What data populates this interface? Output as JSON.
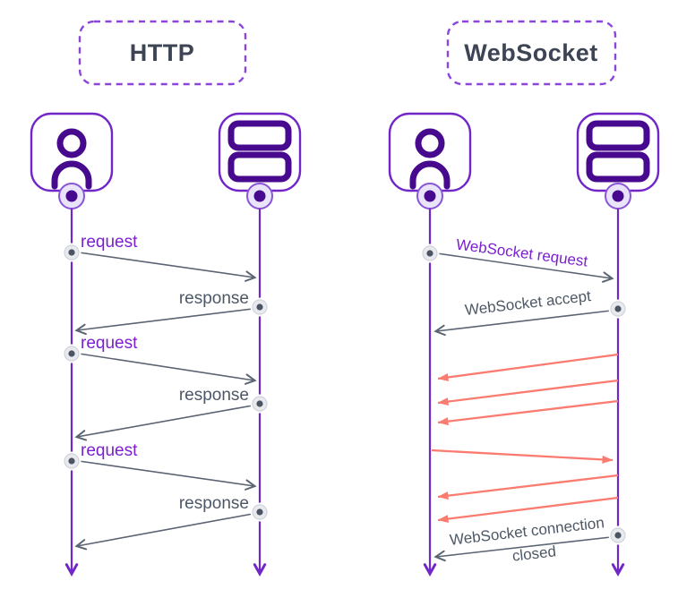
{
  "titles": {
    "http": "HTTP",
    "websocket": "WebSocket"
  },
  "http": {
    "exchanges": [
      {
        "label": "request",
        "direction": "client-to-server"
      },
      {
        "label": "response",
        "direction": "server-to-client"
      },
      {
        "label": "request",
        "direction": "client-to-server"
      },
      {
        "label": "response",
        "direction": "server-to-client"
      },
      {
        "label": "request",
        "direction": "client-to-server"
      },
      {
        "label": "response",
        "direction": "server-to-client"
      }
    ]
  },
  "websocket": {
    "request_label": "WebSocket request",
    "accept_label": "WebSocket accept",
    "close_label": [
      "WebSocket connection",
      "closed"
    ],
    "data_frames": {
      "server_to_client": 5,
      "client_to_server": 1
    }
  },
  "icons": {
    "client": "user-icon",
    "server": "server-stack-icon"
  },
  "colors": {
    "purple_line": "#7127c8",
    "purple_dark": "#470a8f",
    "dashed_border": "#8b46d9",
    "label_purple": "#7a21cf",
    "title_text": "#3d4555",
    "gray_line": "#5b6472",
    "gray_text": "#4d5866",
    "red_arrow": "#fb7b70",
    "marker_fill": "#e8eaee",
    "marker_ring": "#cfd4db",
    "marker_dot": "#4b5563",
    "endpoint_fill": "#eae4fb",
    "endpoint_ring": "#8a55d6"
  }
}
